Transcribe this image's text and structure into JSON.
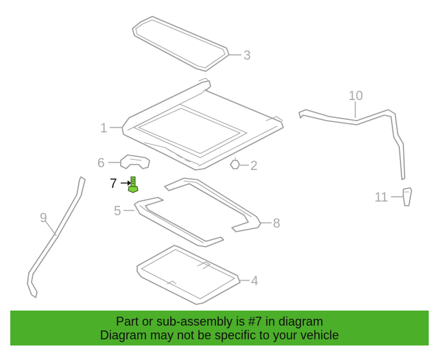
{
  "diagram": {
    "highlight_color": "#7fd13b",
    "callouts": [
      {
        "id": "1",
        "label": "1"
      },
      {
        "id": "2",
        "label": "2"
      },
      {
        "id": "3",
        "label": "3"
      },
      {
        "id": "4",
        "label": "4"
      },
      {
        "id": "5",
        "label": "5"
      },
      {
        "id": "6",
        "label": "6"
      },
      {
        "id": "7",
        "label": "7",
        "highlighted": true
      },
      {
        "id": "8",
        "label": "8"
      },
      {
        "id": "9",
        "label": "9"
      },
      {
        "id": "10",
        "label": "10"
      },
      {
        "id": "11",
        "label": "11"
      }
    ]
  },
  "banner": {
    "background_color": "#4caf2a",
    "line1": "Part or sub-assembly is #7 in diagram",
    "line2": "Diagram may not be specific to your vehicle"
  }
}
